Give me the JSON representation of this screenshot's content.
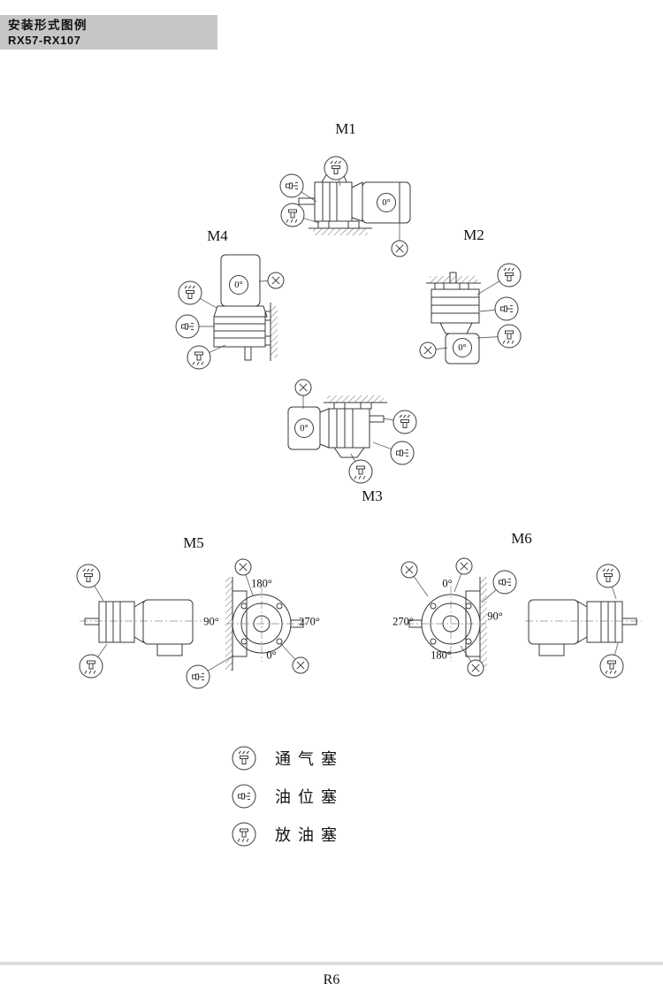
{
  "header": {
    "title": "安装形式图例",
    "subtitle": "RX57-RX107"
  },
  "diagrams": {
    "m1": {
      "label": "M1",
      "angle": "0°"
    },
    "m2": {
      "label": "M2",
      "angle": "0°"
    },
    "m3": {
      "label": "M3",
      "angle": "0°"
    },
    "m4": {
      "label": "M4",
      "angle": "0°"
    },
    "m5": {
      "label": "M5",
      "angle_top": "180°",
      "angle_right": "270°",
      "angle_bottom": "0°",
      "angle_left": "90°"
    },
    "m6": {
      "label": "M6",
      "angle_top": "0°",
      "angle_right": "90°",
      "angle_bottom": "180°",
      "angle_left": "270°"
    }
  },
  "legend": {
    "items": [
      {
        "name": "breather-plug",
        "label": "通气塞"
      },
      {
        "name": "oil-level-plug",
        "label": "油位塞"
      },
      {
        "name": "oil-drain-plug",
        "label": "放油塞"
      }
    ]
  },
  "footer": {
    "page_number": "R6"
  }
}
